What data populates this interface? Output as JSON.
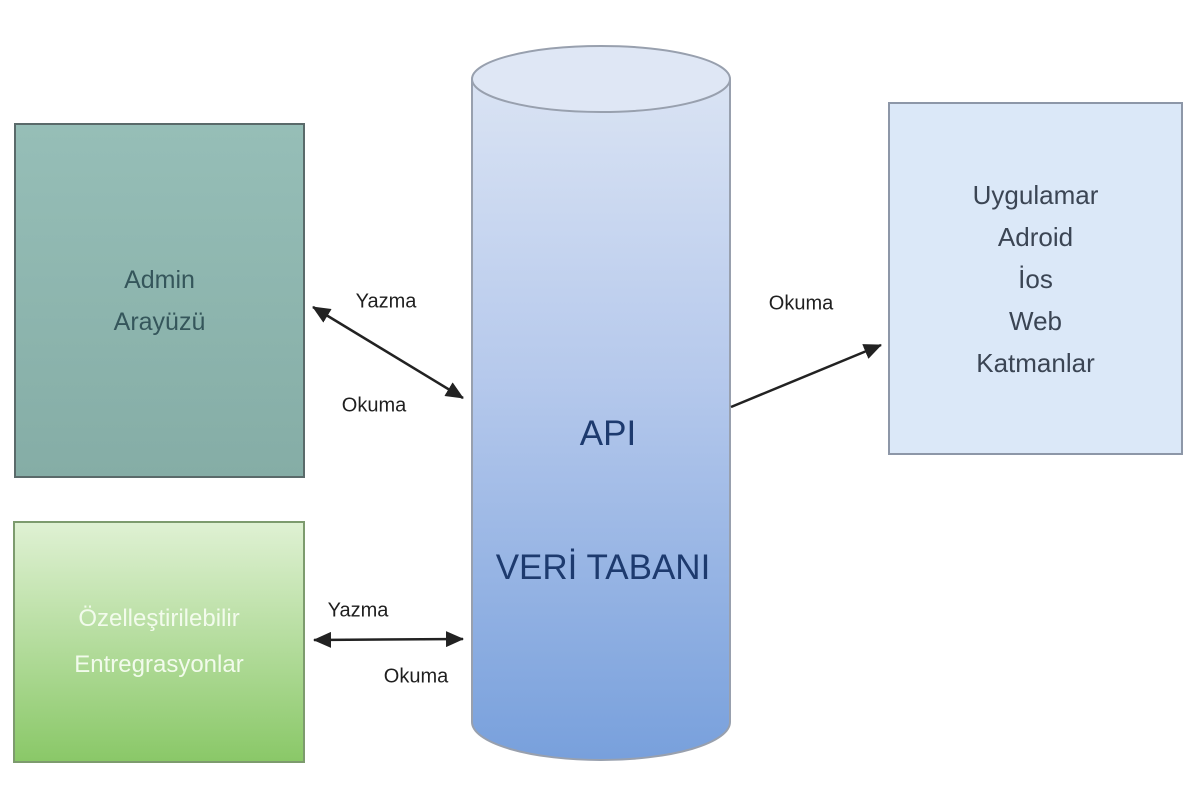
{
  "nodes": {
    "admin": {
      "lines": [
        "Admin",
        "Arayüzü"
      ]
    },
    "integrations": {
      "lines": [
        "Özelleştirilebilir",
        "Entregrasyonlar"
      ]
    },
    "database": {
      "title": "API",
      "subtitle": "VERİ TABANI"
    },
    "apps": {
      "lines": [
        "Uygulamar",
        "Adroid",
        "İos",
        "Web",
        "Katmanlar"
      ]
    }
  },
  "edges": {
    "admin_database": {
      "write_label": "Yazma",
      "read_label": "Okuma"
    },
    "integrations_database": {
      "write_label": "Yazma",
      "read_label": "Okuma"
    },
    "database_apps": {
      "read_label": "Okuma"
    }
  },
  "colors": {
    "background": "#ffffff",
    "admin_fill_top": "#96beb7",
    "admin_fill_bottom": "#85ada6",
    "admin_border": "#5a6a6a",
    "admin_text": "#35565b",
    "integrations_fill_top": "#dff1d3",
    "integrations_fill_bottom": "#8ac868",
    "integrations_border": "#7d9b6e",
    "integrations_text": "#f2fbec",
    "cylinder_fill_top": "#dce5f4",
    "cylinder_fill_bottom": "#78a0dc",
    "cylinder_stroke": "#98a0ae",
    "cylinder_text": "#1d3a6e",
    "apps_fill": "#dbe8f8",
    "apps_border": "#8d97a8",
    "apps_text": "#3b4554",
    "arrow": "#222222",
    "edge_label_text": "#1f1f1f"
  }
}
